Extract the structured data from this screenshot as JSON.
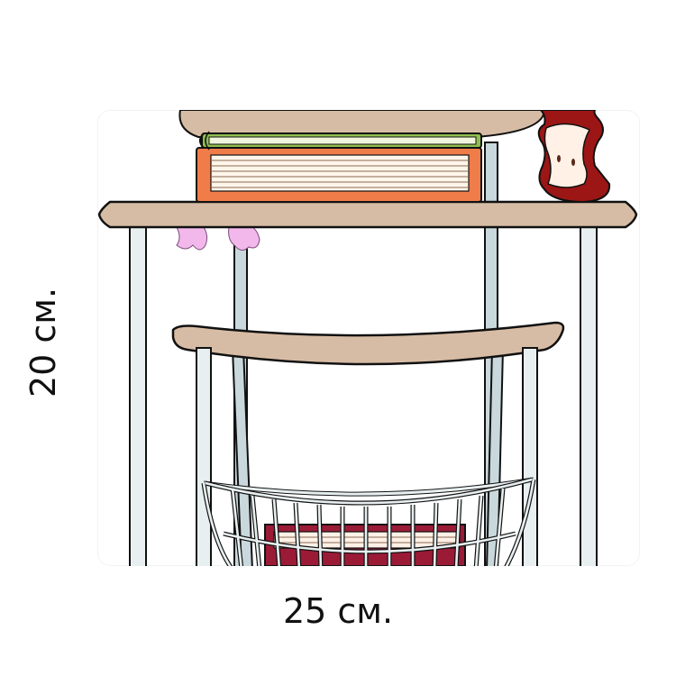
{
  "dimensions": {
    "width_label": "25 см.",
    "height_label": "20 см."
  },
  "palette": {
    "wood": "#d7bca5",
    "metal_light": "#e8eff0",
    "metal_blue": "#c9d8dc",
    "book_orange": "#f07c4a",
    "book_green": "#8fbd4f",
    "book_red": "#9b1b37",
    "apple_red": "#9c1616",
    "outline": "#111111"
  },
  "image": {
    "description_items": [
      "desk",
      "book-stack",
      "apple-core",
      "chair",
      "wire-basket",
      "basket-books",
      "pink-flowers"
    ]
  }
}
